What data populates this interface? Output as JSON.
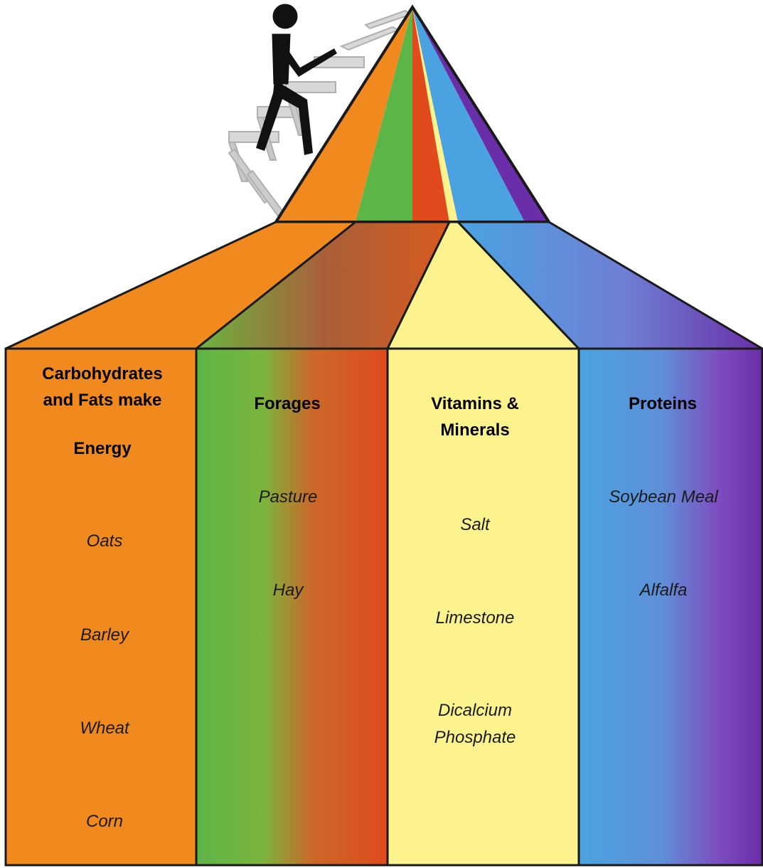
{
  "colors": {
    "orange": "#f08a1e",
    "green": "#5cb547",
    "red": "#e04a1c",
    "yellow": "#fdf38e",
    "blue": "#4aa3e0",
    "purple": "#6a2ea8",
    "outline": "#1a1a1a"
  },
  "icons": {
    "figure": "person-climbing-stairs-icon",
    "stairs": "stairs-icon",
    "pyramid": "food-pyramid-icon"
  },
  "columns": [
    {
      "id": "energy",
      "header": [
        "Carbohydrates",
        "and Fats make"
      ],
      "subheader": "Energy",
      "items": [
        "Oats",
        "Barley",
        "Wheat",
        "Corn"
      ]
    },
    {
      "id": "forages",
      "header": [
        "Forages"
      ],
      "items": [
        "Pasture",
        "Hay"
      ]
    },
    {
      "id": "vitamins",
      "header": [
        "Vitamins &",
        "Minerals"
      ],
      "items": [
        "Salt",
        "Limestone",
        "Dicalcium",
        "Phosphate"
      ]
    },
    {
      "id": "proteins",
      "header": [
        "Proteins"
      ],
      "items": [
        "Soybean Meal",
        "Alfalfa"
      ]
    }
  ]
}
